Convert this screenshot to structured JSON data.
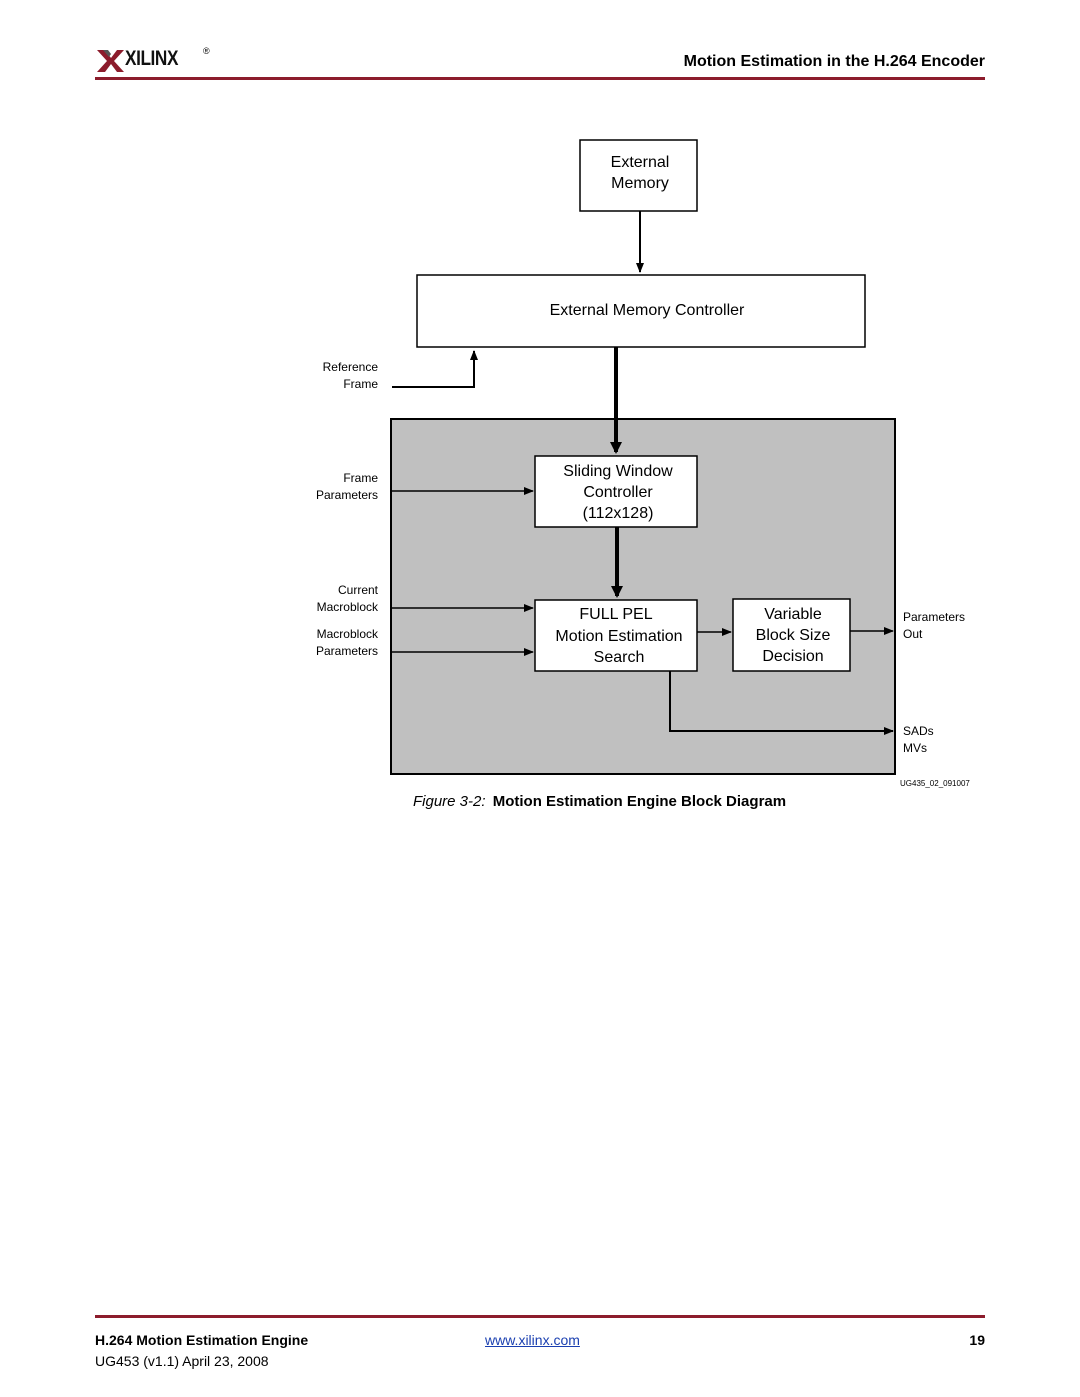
{
  "header": {
    "logo_text": "XILINX",
    "logo_reg": "®",
    "section_title": "Motion Estimation in the H.264 Encoder"
  },
  "diagram": {
    "external_memory": [
      "External",
      "Memory"
    ],
    "memory_controller": "External Memory Controller",
    "reference_frame": [
      "Reference",
      "Frame"
    ],
    "frame_parameters": [
      "Frame",
      "Parameters"
    ],
    "sliding_window": [
      "Sliding Window",
      "Controller",
      "(112x128)"
    ],
    "current_macroblock": [
      "Current",
      "Macroblock"
    ],
    "macroblock_parameters": [
      "Macroblock",
      "Parameters"
    ],
    "full_pel": [
      "FULL PEL",
      "Motion Estimation",
      "Search"
    ],
    "variable_block": [
      "Variable",
      "Block Size",
      "Decision"
    ],
    "parameters_out": [
      "Parameters",
      "Out"
    ],
    "sads_mvs": [
      "SADs",
      "MVs"
    ],
    "figure_id": "UG435_02_091007",
    "colors": {
      "engine_fill": "#c0c0c0",
      "box_fill": "#ffffff",
      "line": "#000000"
    }
  },
  "caption": {
    "figure_label": "Figure 3-2:",
    "title": "Motion Estimation Engine Block Diagram"
  },
  "footer": {
    "doc_title": "H.264 Motion Estimation Engine",
    "doc_id": "UG453 (v1.1) April 23, 2008",
    "url": "www.xilinx.com",
    "page_number": "19"
  }
}
